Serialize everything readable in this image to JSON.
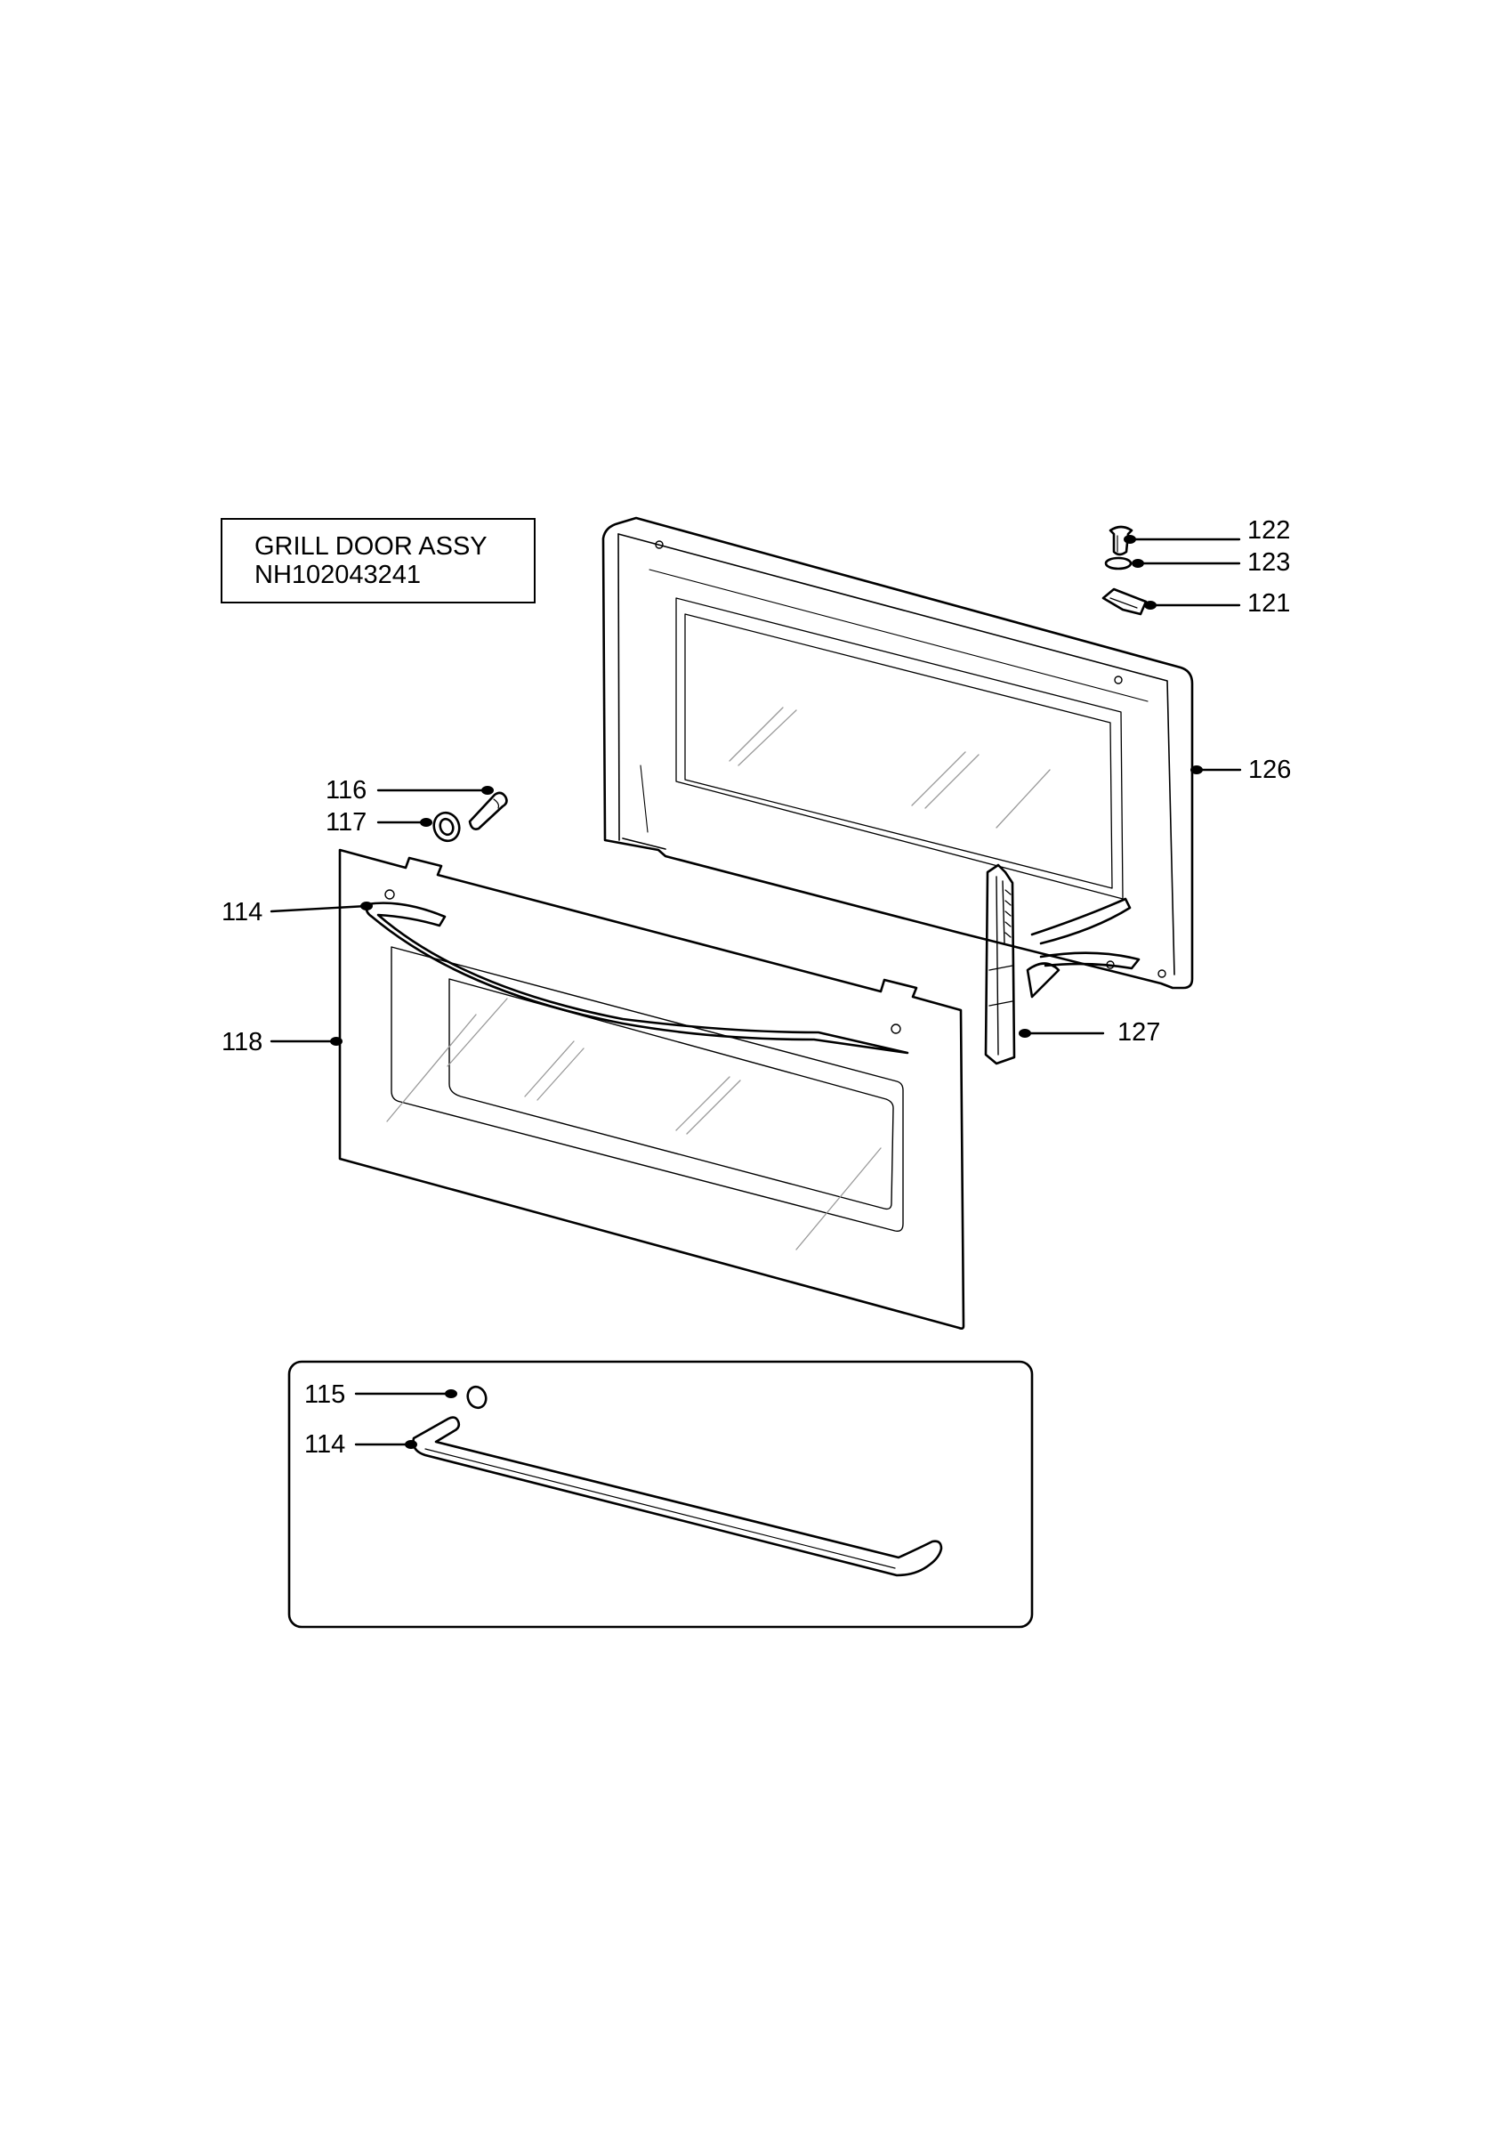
{
  "title": {
    "line1": "GRILL DOOR ASSY",
    "line2": "NH102043241"
  },
  "callouts": [
    {
      "id": "c122",
      "label": "122"
    },
    {
      "id": "c123",
      "label": "123"
    },
    {
      "id": "c121",
      "label": "121"
    },
    {
      "id": "c126",
      "label": "126"
    },
    {
      "id": "c116",
      "label": "116"
    },
    {
      "id": "c117",
      "label": "117"
    },
    {
      "id": "c114a",
      "label": "114"
    },
    {
      "id": "c118",
      "label": "118"
    },
    {
      "id": "c127",
      "label": "127"
    },
    {
      "id": "c115",
      "label": "115"
    },
    {
      "id": "c114b",
      "label": "114"
    }
  ],
  "colors": {
    "line": "#000000",
    "glass": "#9a9a9a"
  }
}
